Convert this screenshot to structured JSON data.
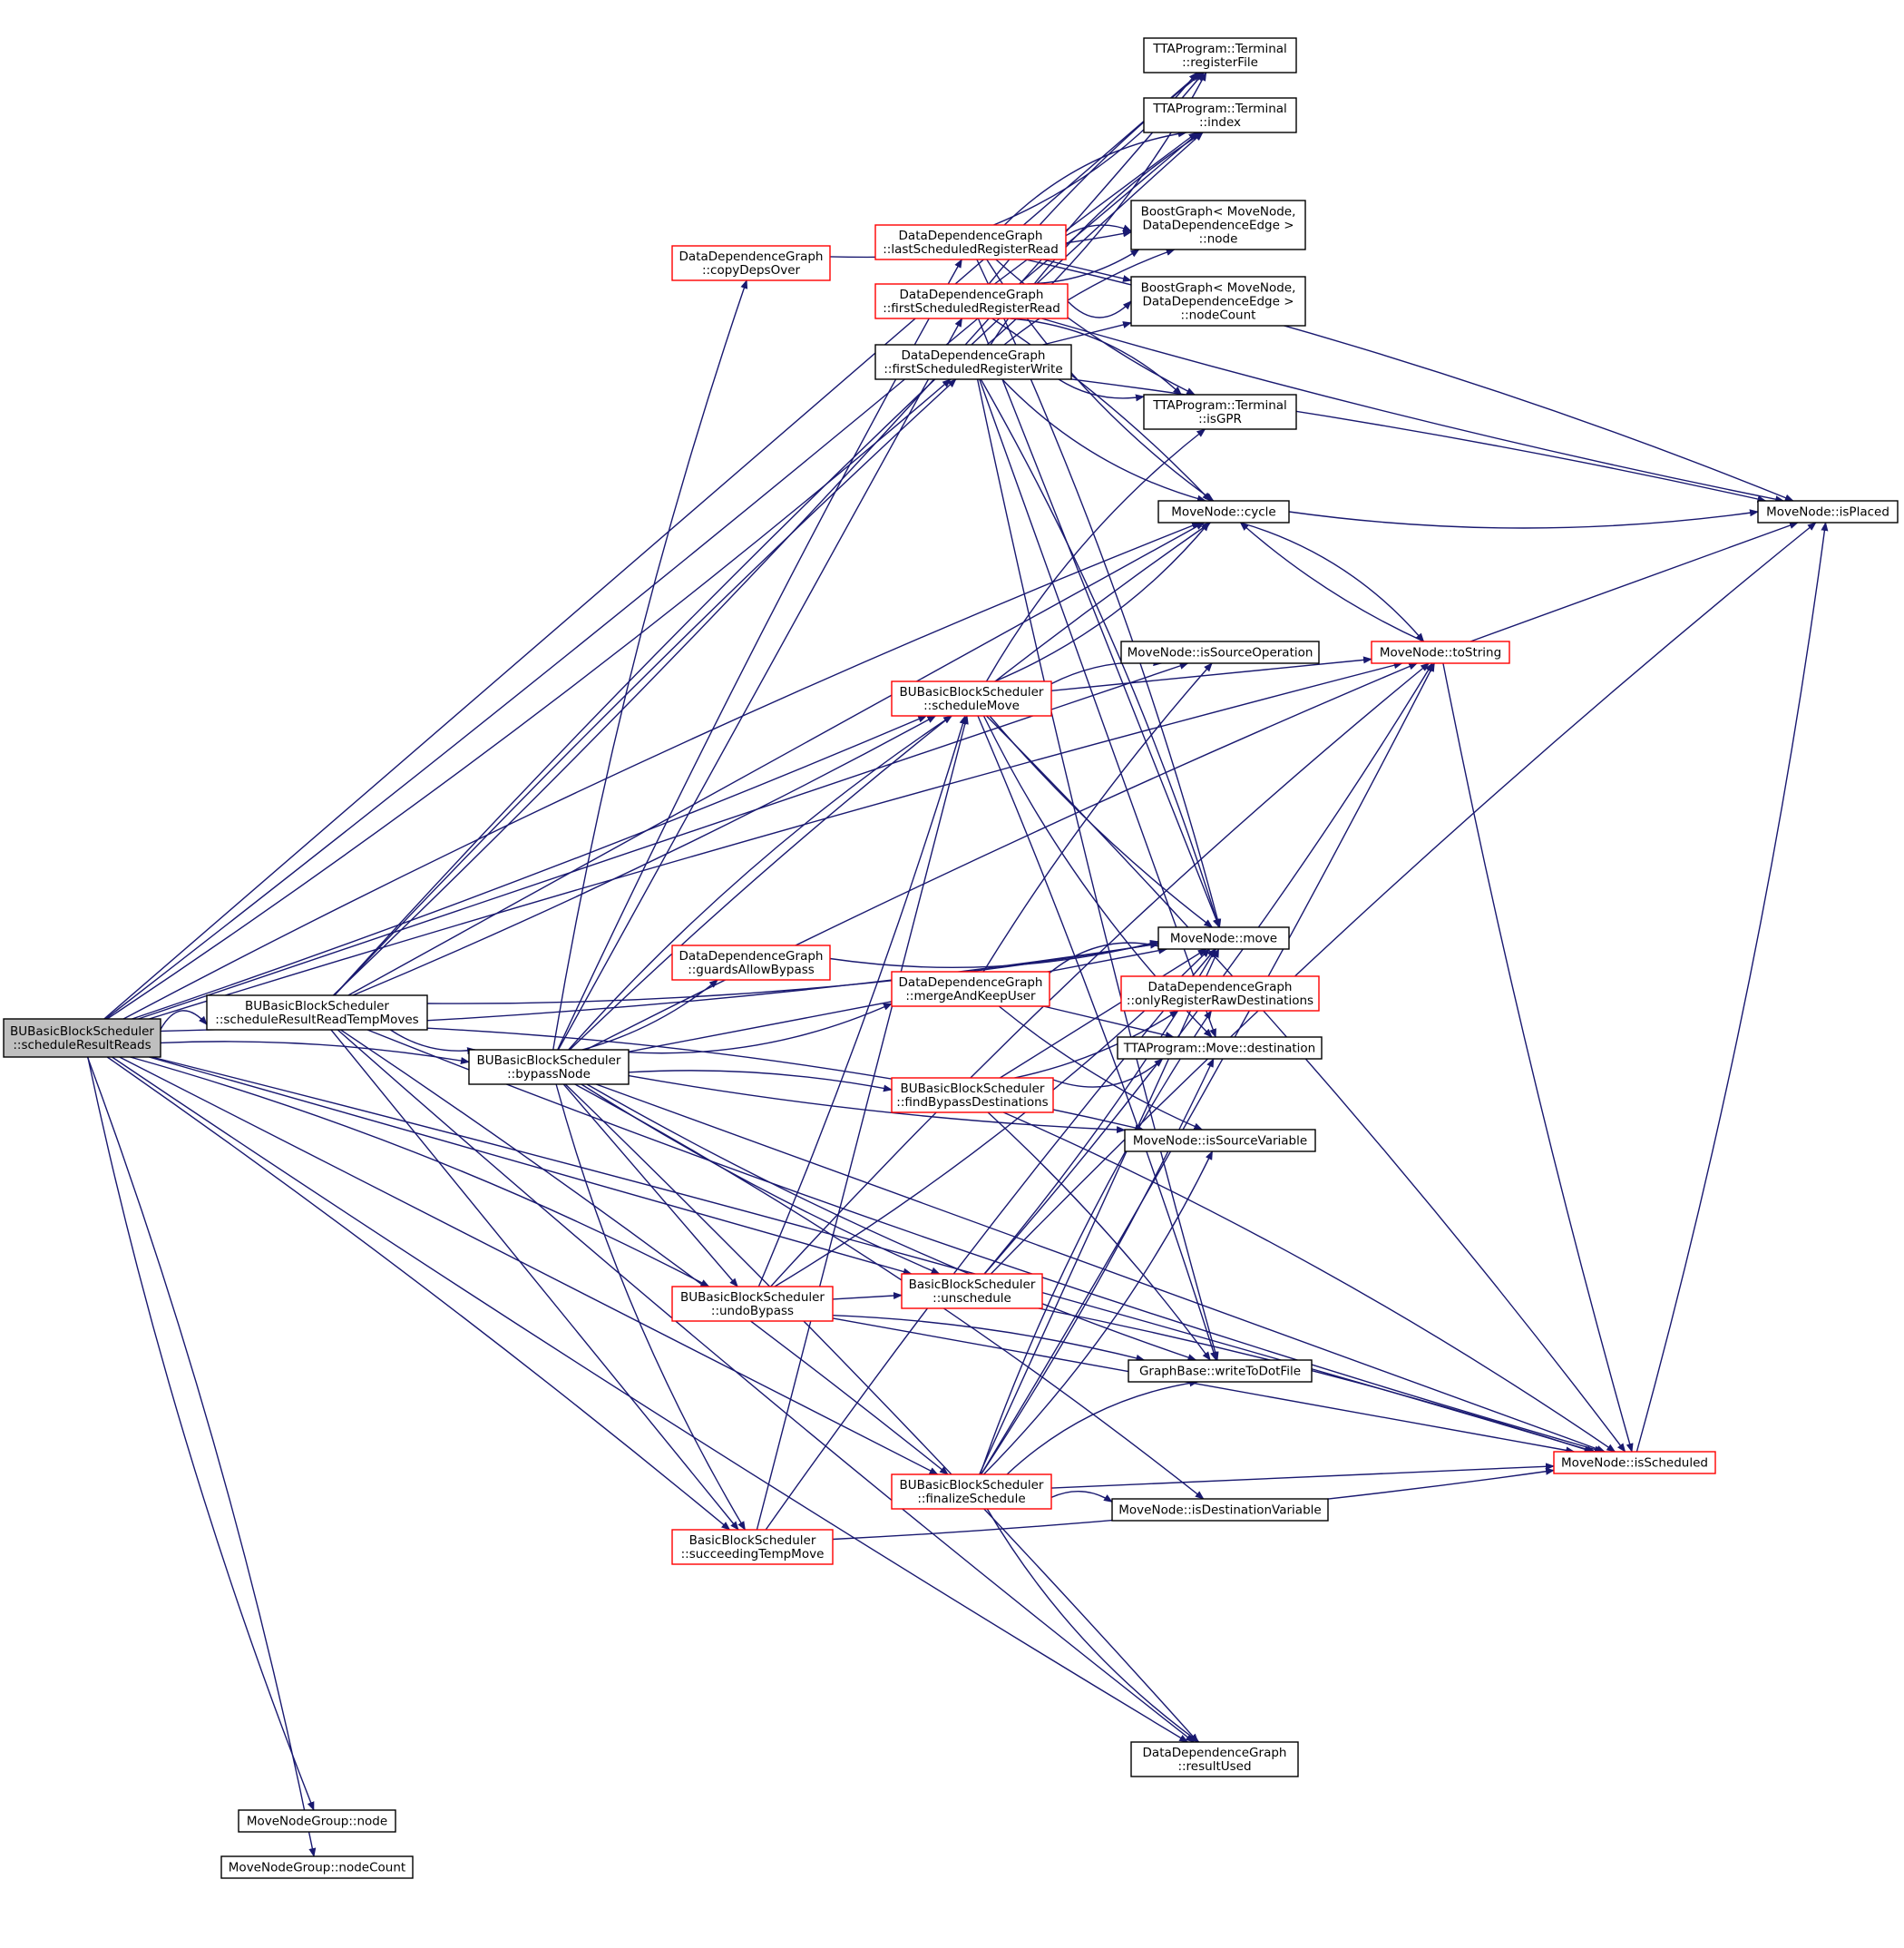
{
  "colors": {
    "edge": "#191970",
    "root_fill": "#bfbfbf",
    "node_border_black": "#000000",
    "node_border_red": "#ff0000",
    "background": "#ffffff"
  },
  "nodes": {
    "root": {
      "lines": [
        "BUBasicBlockScheduler",
        "::scheduleResultReads"
      ],
      "border": "black",
      "root": true
    },
    "srtm": {
      "lines": [
        "BUBasicBlockScheduler",
        "::scheduleResultReadTempMoves"
      ],
      "border": "black"
    },
    "bypassNode": {
      "lines": [
        "BUBasicBlockScheduler",
        "::bypassNode"
      ],
      "border": "black"
    },
    "copyDeps": {
      "lines": [
        "DataDependenceGraph",
        "::copyDepsOver"
      ],
      "border": "red"
    },
    "lastSRR": {
      "lines": [
        "DataDependenceGraph",
        "::lastScheduledRegisterRead"
      ],
      "border": "red"
    },
    "firstSRR": {
      "lines": [
        "DataDependenceGraph",
        "::firstScheduledRegisterRead"
      ],
      "border": "red"
    },
    "firstSRW": {
      "lines": [
        "DataDependenceGraph",
        "::firstScheduledRegisterWrite"
      ],
      "border": "black"
    },
    "guardsBypass": {
      "lines": [
        "DataDependenceGraph",
        "::guardsAllowBypass"
      ],
      "border": "red"
    },
    "mergeKeep": {
      "lines": [
        "DataDependenceGraph",
        "::mergeAndKeepUser"
      ],
      "border": "red"
    },
    "scheduleMove": {
      "lines": [
        "BUBasicBlockScheduler",
        "::scheduleMove"
      ],
      "border": "red"
    },
    "findBypass": {
      "lines": [
        "BUBasicBlockScheduler",
        "::findBypassDestinations"
      ],
      "border": "red"
    },
    "undoBypass": {
      "lines": [
        "BUBasicBlockScheduler",
        "::undoBypass"
      ],
      "border": "red"
    },
    "unschedule": {
      "lines": [
        "BasicBlockScheduler",
        "::unschedule"
      ],
      "border": "red"
    },
    "finalize": {
      "lines": [
        "BUBasicBlockScheduler",
        "::finalizeSchedule"
      ],
      "border": "red"
    },
    "succTemp": {
      "lines": [
        "BasicBlockScheduler",
        "::succeedingTempMove"
      ],
      "border": "red"
    },
    "regFile": {
      "lines": [
        "TTAProgram::Terminal",
        "::registerFile"
      ],
      "border": "black"
    },
    "index": {
      "lines": [
        "TTAProgram::Terminal",
        "::index"
      ],
      "border": "black"
    },
    "bgNode": {
      "lines": [
        "BoostGraph< MoveNode,",
        "DataDependenceEdge >",
        "::node"
      ],
      "border": "black"
    },
    "bgNodeCount": {
      "lines": [
        "BoostGraph< MoveNode,",
        "DataDependenceEdge >",
        "::nodeCount"
      ],
      "border": "black"
    },
    "isGPR": {
      "lines": [
        "TTAProgram::Terminal",
        "::isGPR"
      ],
      "border": "black"
    },
    "cycle": {
      "lines": [
        "MoveNode::cycle"
      ],
      "border": "black"
    },
    "isSrcOp": {
      "lines": [
        "MoveNode::isSourceOperation"
      ],
      "border": "black"
    },
    "move": {
      "lines": [
        "MoveNode::move"
      ],
      "border": "black"
    },
    "onlyRegRaw": {
      "lines": [
        "DataDependenceGraph",
        "::onlyRegisterRawDestinations"
      ],
      "border": "red"
    },
    "dest": {
      "lines": [
        "TTAProgram::Move::destination"
      ],
      "border": "black"
    },
    "isSrcVar": {
      "lines": [
        "MoveNode::isSourceVariable"
      ],
      "border": "black"
    },
    "writeDot": {
      "lines": [
        "GraphBase::writeToDotFile"
      ],
      "border": "black"
    },
    "isDestVar": {
      "lines": [
        "MoveNode::isDestinationVariable"
      ],
      "border": "black"
    },
    "resultUsed": {
      "lines": [
        "DataDependenceGraph",
        "::resultUsed"
      ],
      "border": "black"
    },
    "mngNode": {
      "lines": [
        "MoveNodeGroup::node"
      ],
      "border": "black"
    },
    "mngNodeCount": {
      "lines": [
        "MoveNodeGroup::nodeCount"
      ],
      "border": "black"
    },
    "isPlaced": {
      "lines": [
        "MoveNode::isPlaced"
      ],
      "border": "black"
    },
    "toString": {
      "lines": [
        "MoveNode::toString"
      ],
      "border": "red"
    },
    "isScheduled": {
      "lines": [
        "MoveNode::isScheduled"
      ],
      "border": "red"
    }
  },
  "edges": [
    [
      "root",
      "srtm"
    ],
    [
      "root",
      "bypassNode"
    ],
    [
      "root",
      "regFile"
    ],
    [
      "root",
      "index"
    ],
    [
      "root",
      "firstSRW"
    ],
    [
      "root",
      "cycle"
    ],
    [
      "root",
      "toString"
    ],
    [
      "root",
      "isSrcOp"
    ],
    [
      "root",
      "scheduleMove"
    ],
    [
      "root",
      "move"
    ],
    [
      "root",
      "undoBypass"
    ],
    [
      "root",
      "succTemp"
    ],
    [
      "root",
      "unschedule"
    ],
    [
      "root",
      "resultUsed"
    ],
    [
      "root",
      "mngNode"
    ],
    [
      "root",
      "mngNodeCount"
    ],
    [
      "root",
      "isScheduled"
    ],
    [
      "root",
      "finalize"
    ],
    [
      "srtm",
      "bypassNode"
    ],
    [
      "srtm",
      "regFile"
    ],
    [
      "srtm",
      "index"
    ],
    [
      "srtm",
      "firstSRW"
    ],
    [
      "srtm",
      "cycle"
    ],
    [
      "srtm",
      "scheduleMove"
    ],
    [
      "srtm",
      "move"
    ],
    [
      "srtm",
      "isSrcVar"
    ],
    [
      "srtm",
      "finalize"
    ],
    [
      "srtm",
      "succTemp"
    ],
    [
      "srtm",
      "resultUsed"
    ],
    [
      "srtm",
      "isScheduled"
    ],
    [
      "bypassNode",
      "copyDeps"
    ],
    [
      "bypassNode",
      "lastSRR"
    ],
    [
      "bypassNode",
      "firstSRR"
    ],
    [
      "bypassNode",
      "guardsBypass"
    ],
    [
      "bypassNode",
      "mergeKeep"
    ],
    [
      "bypassNode",
      "scheduleMove"
    ],
    [
      "bypassNode",
      "findBypass"
    ],
    [
      "bypassNode",
      "undoBypass"
    ],
    [
      "bypassNode",
      "unschedule"
    ],
    [
      "bypassNode",
      "succTemp"
    ],
    [
      "bypassNode",
      "cycle"
    ],
    [
      "bypassNode",
      "toString"
    ],
    [
      "bypassNode",
      "move"
    ],
    [
      "bypassNode",
      "isSrcVar"
    ],
    [
      "bypassNode",
      "writeDot"
    ],
    [
      "bypassNode",
      "isDestVar"
    ],
    [
      "bypassNode",
      "resultUsed"
    ],
    [
      "bypassNode",
      "isScheduled"
    ],
    [
      "copyDeps",
      "bgNode"
    ],
    [
      "lastSRR",
      "regFile"
    ],
    [
      "lastSRR",
      "index"
    ],
    [
      "lastSRR",
      "bgNode"
    ],
    [
      "lastSRR",
      "bgNodeCount"
    ],
    [
      "lastSRR",
      "isGPR"
    ],
    [
      "lastSRR",
      "cycle"
    ],
    [
      "lastSRR",
      "move"
    ],
    [
      "firstSRR",
      "regFile"
    ],
    [
      "firstSRR",
      "index"
    ],
    [
      "firstSRR",
      "bgNode"
    ],
    [
      "firstSRR",
      "bgNodeCount"
    ],
    [
      "firstSRR",
      "isGPR"
    ],
    [
      "firstSRR",
      "cycle"
    ],
    [
      "firstSRR",
      "move"
    ],
    [
      "firstSRR",
      "isPlaced"
    ],
    [
      "firstSRW",
      "regFile"
    ],
    [
      "firstSRW",
      "index"
    ],
    [
      "firstSRW",
      "bgNode"
    ],
    [
      "firstSRW",
      "bgNodeCount"
    ],
    [
      "firstSRW",
      "isGPR"
    ],
    [
      "firstSRW",
      "cycle"
    ],
    [
      "firstSRW",
      "move"
    ],
    [
      "firstSRW",
      "isPlaced"
    ],
    [
      "firstSRW",
      "dest"
    ],
    [
      "firstSRW",
      "writeDot"
    ],
    [
      "guardsBypass",
      "move"
    ],
    [
      "mergeKeep",
      "move"
    ],
    [
      "mergeKeep",
      "isSrcOp"
    ],
    [
      "mergeKeep",
      "dest"
    ],
    [
      "mergeKeep",
      "isSrcVar"
    ],
    [
      "scheduleMove",
      "cycle"
    ],
    [
      "scheduleMove",
      "isGPR"
    ],
    [
      "scheduleMove",
      "isSrcOp"
    ],
    [
      "scheduleMove",
      "toString"
    ],
    [
      "scheduleMove",
      "move"
    ],
    [
      "scheduleMove",
      "dest"
    ],
    [
      "scheduleMove",
      "isScheduled"
    ],
    [
      "scheduleMove",
      "writeDot"
    ],
    [
      "findBypass",
      "move"
    ],
    [
      "findBypass",
      "onlyRegRaw"
    ],
    [
      "findBypass",
      "dest"
    ],
    [
      "findBypass",
      "isScheduled"
    ],
    [
      "findBypass",
      "writeDot"
    ],
    [
      "undoBypass",
      "unschedule"
    ],
    [
      "undoBypass",
      "scheduleMove"
    ],
    [
      "undoBypass",
      "move"
    ],
    [
      "undoBypass",
      "toString"
    ],
    [
      "undoBypass",
      "writeDot"
    ],
    [
      "undoBypass",
      "isScheduled"
    ],
    [
      "unschedule",
      "move"
    ],
    [
      "unschedule",
      "toString"
    ],
    [
      "unschedule",
      "isPlaced"
    ],
    [
      "unschedule",
      "isScheduled"
    ],
    [
      "finalize",
      "move"
    ],
    [
      "finalize",
      "dest"
    ],
    [
      "finalize",
      "isSrcVar"
    ],
    [
      "finalize",
      "writeDot"
    ],
    [
      "finalize",
      "isDestVar"
    ],
    [
      "finalize",
      "isScheduled"
    ],
    [
      "finalize",
      "toString"
    ],
    [
      "finalize",
      "resultUsed"
    ],
    [
      "finalize",
      "onlyRegRaw"
    ],
    [
      "succTemp",
      "move"
    ],
    [
      "succTemp",
      "scheduleMove"
    ],
    [
      "succTemp",
      "isScheduled"
    ],
    [
      "cycle",
      "isPlaced"
    ],
    [
      "cycle",
      "toString"
    ],
    [
      "toString",
      "cycle"
    ],
    [
      "toString",
      "isPlaced"
    ],
    [
      "toString",
      "isScheduled"
    ],
    [
      "isScheduled",
      "isPlaced"
    ],
    [
      "lastSRR",
      "isPlaced"
    ]
  ]
}
